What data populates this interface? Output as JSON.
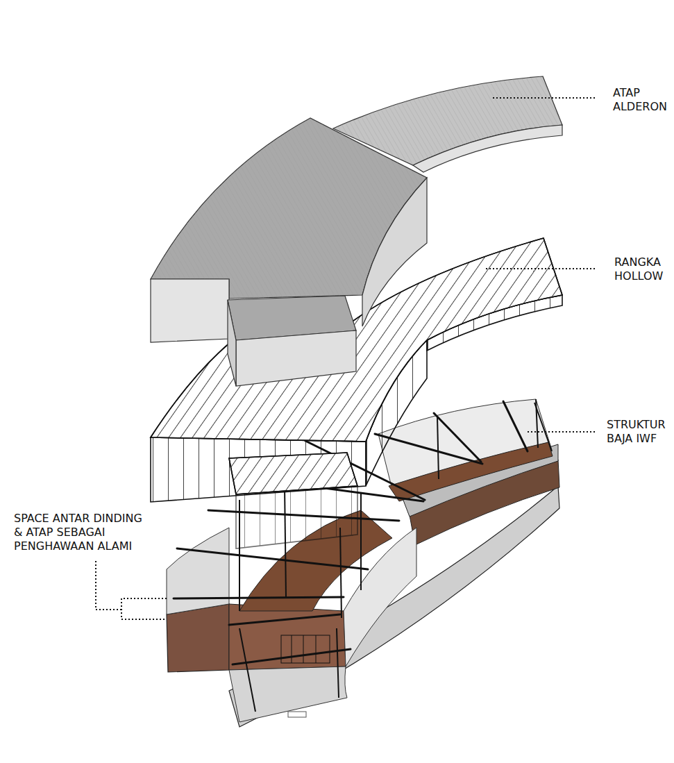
{
  "diagram": {
    "labels": [
      "ATAP ALDERON",
      "RANGKA HOLLOW",
      "STRUKTUR BAJA IWF",
      "SPACE ANTAR DINDING & ATAP SEBAGAI PENGHAWAAN ALAMI"
    ]
  }
}
